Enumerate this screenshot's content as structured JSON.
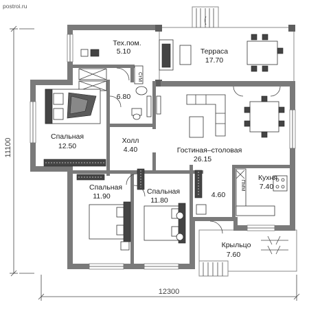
{
  "watermark": "postroi.ru",
  "dimensions": {
    "width": "12300",
    "height": "11100"
  },
  "rooms": {
    "tech": {
      "name": "Тех.пом.",
      "area": "5.10"
    },
    "terrace": {
      "name": "Терраса",
      "area": "17.70"
    },
    "bath": {
      "area": "6.80"
    },
    "bedroom1": {
      "name": "Спальная",
      "area": "12.50"
    },
    "hall": {
      "name": "Холл",
      "area": "4.40"
    },
    "living": {
      "name": "Гостиная–столовая",
      "area": "26.15"
    },
    "bedroom2": {
      "name": "Спальная",
      "area": "11.90"
    },
    "bedroom3": {
      "name": "Спальная",
      "area": "11.80"
    },
    "storage": {
      "area": "4.60"
    },
    "kitchen": {
      "name": "Кухня",
      "area": "7.40"
    },
    "porch": {
      "name": "Крыльцо",
      "area": "7.60"
    }
  },
  "fixtures": {
    "washer": "СтМ",
    "dishwasher": "ПММ"
  }
}
